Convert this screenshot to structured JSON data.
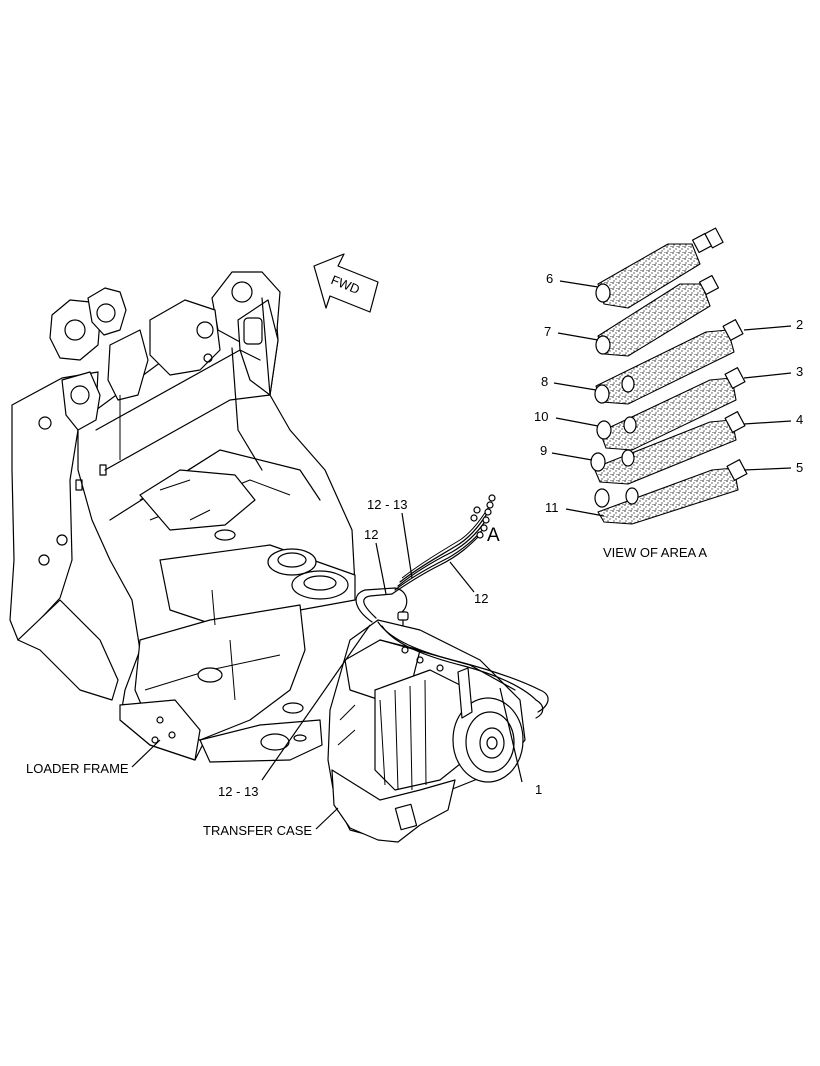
{
  "labels": {
    "fwd": "FWD",
    "area_a": "A",
    "view_title": "VIEW OF AREA A",
    "loader_frame": "LOADER FRAME",
    "transfer_case": "TRANSFER CASE",
    "callout_12_13_top": "12 - 13",
    "callout_12_upper": "12",
    "callout_12_right": "12",
    "callout_12_13_bottom": "12 - 13",
    "callout_1": "1"
  },
  "view_a_callouts": {
    "left": [
      "6",
      "7",
      "8",
      "10",
      "9",
      "11"
    ],
    "right": [
      "2",
      "3",
      "4",
      "5"
    ]
  },
  "colors": {
    "line": "#000000",
    "background": "#ffffff"
  }
}
